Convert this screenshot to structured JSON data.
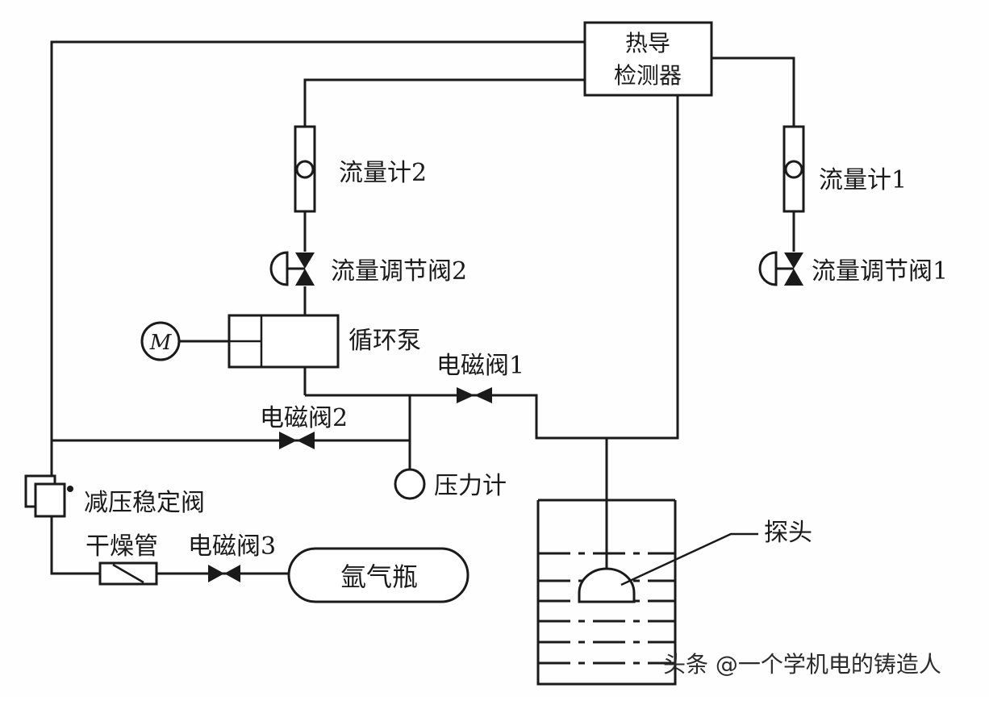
{
  "labels": {
    "detector_line1": "热导",
    "detector_line2": "检测器",
    "flowmeter2": "流量计2",
    "flowmeter1": "流量计1",
    "valve2": "流量调节阀2",
    "valve1": "流量调节阀1",
    "pump": "循环泵",
    "motor": "M",
    "solenoid1": "电磁阀1",
    "solenoid2": "电磁阀2",
    "solenoid3": "电磁阀3",
    "pressure_gauge": "压力计",
    "regulator": "减压稳定阀",
    "dryer": "干燥管",
    "argon_bottle": "氩气瓶",
    "probe": "探头"
  },
  "watermark": "头条 @一个学机电的铸造人"
}
